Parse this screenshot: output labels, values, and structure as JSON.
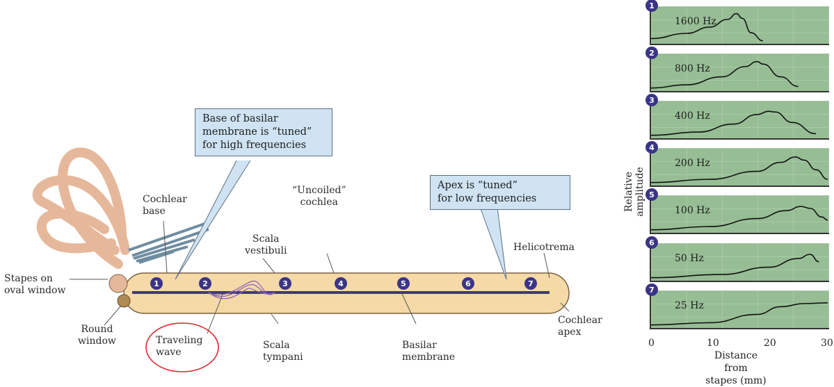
{
  "diagram": {
    "callouts": {
      "base": "Base of basilar\nmembrane is “tuned”\nfor high frequencies",
      "apex": "Apex is “tuned”\nfor low frequencies"
    },
    "labels": {
      "cochlear_base": "Cochlear\nbase",
      "uncoiled": "“Uncoiled”\ncochlea",
      "scala_vestibuli": "Scala\nvestibuli",
      "helicotrema": "Helicotrema",
      "stapes": "Stapes on\noval window",
      "round_window": "Round\nwindow",
      "traveling_wave": "Traveling\nwave",
      "scala_tympani": "Scala\ntympani",
      "basilar_membrane": "Basilar\nmembrane",
      "cochlear_apex": "Cochlear\napex"
    },
    "markers": [
      "1",
      "2",
      "3",
      "4",
      "5",
      "6",
      "7"
    ]
  },
  "chart_data": {
    "type": "line",
    "ylabel": "Relative amplitude",
    "xlabel": "Distance from\nstapes (mm)",
    "x_ticks": [
      "0",
      "10",
      "20",
      "30"
    ],
    "xlim": [
      0,
      30
    ],
    "panels": [
      {
        "badge": "1",
        "label": "1600 Hz",
        "x": [
          0,
          6,
          10,
          13,
          14.5,
          15.5,
          17,
          19
        ],
        "y": [
          0.12,
          0.28,
          0.48,
          0.72,
          0.9,
          0.75,
          0.3,
          0.05
        ]
      },
      {
        "badge": "2",
        "label": "800 Hz",
        "x": [
          0,
          6,
          12,
          16,
          18,
          19,
          22,
          25
        ],
        "y": [
          0.05,
          0.15,
          0.4,
          0.72,
          0.88,
          0.8,
          0.4,
          0.1
        ]
      },
      {
        "badge": "3",
        "label": "400 Hz",
        "x": [
          0,
          8,
          14,
          18,
          20,
          21,
          24,
          28
        ],
        "y": [
          0.05,
          0.15,
          0.4,
          0.7,
          0.8,
          0.78,
          0.45,
          0.1
        ]
      },
      {
        "badge": "4",
        "label": "200 Hz",
        "x": [
          0,
          10,
          18,
          22,
          24.5,
          26,
          28,
          30
        ],
        "y": [
          0.05,
          0.15,
          0.4,
          0.68,
          0.85,
          0.75,
          0.45,
          0.15
        ]
      },
      {
        "badge": "5",
        "label": "100 Hz",
        "x": [
          0,
          10,
          18,
          23,
          25.5,
          27,
          29,
          30
        ],
        "y": [
          0.05,
          0.15,
          0.4,
          0.65,
          0.78,
          0.72,
          0.45,
          0.35
        ]
      },
      {
        "badge": "6",
        "label": "50 Hz",
        "x": [
          0,
          12,
          20,
          25,
          27,
          28.5
        ],
        "y": [
          0.05,
          0.15,
          0.38,
          0.65,
          0.78,
          0.55
        ]
      },
      {
        "badge": "7",
        "label": "25 Hz",
        "x": [
          0,
          10,
          18,
          22,
          26,
          30
        ],
        "y": [
          0.05,
          0.12,
          0.38,
          0.62,
          0.72,
          0.74
        ]
      }
    ]
  }
}
